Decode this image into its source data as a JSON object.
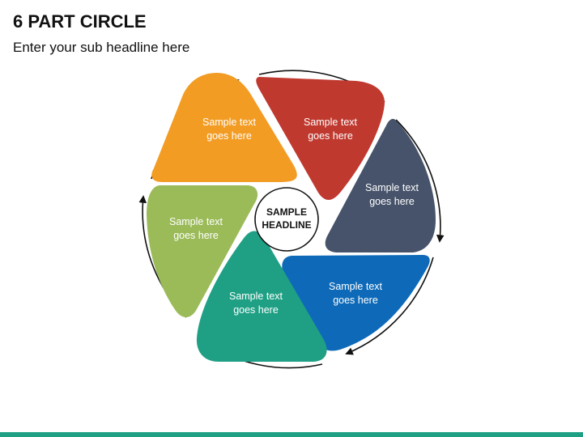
{
  "slide": {
    "title": "6 PART CIRCLE",
    "subtitle": "Enter your sub headline here"
  },
  "hub": {
    "line1": "SAMPLE",
    "line2": "HEADLINE"
  },
  "segments": [
    {
      "line1": "Sample text",
      "line2": "goes here",
      "color": "#F29C24"
    },
    {
      "line1": "Sample text",
      "line2": "goes here",
      "color": "#C0392F"
    },
    {
      "line1": "Sample text",
      "line2": "goes here",
      "color": "#46536A"
    },
    {
      "line1": "Sample text",
      "line2": "goes here",
      "color": "#0E6AB8"
    },
    {
      "line1": "Sample text",
      "line2": "goes here",
      "color": "#1FA085"
    },
    {
      "line1": "Sample text",
      "line2": "goes here",
      "color": "#9BBB59"
    }
  ],
  "colors": {
    "arrow": "#111111",
    "hub_border": "#111111",
    "bottom_bar": "#1FA085"
  }
}
